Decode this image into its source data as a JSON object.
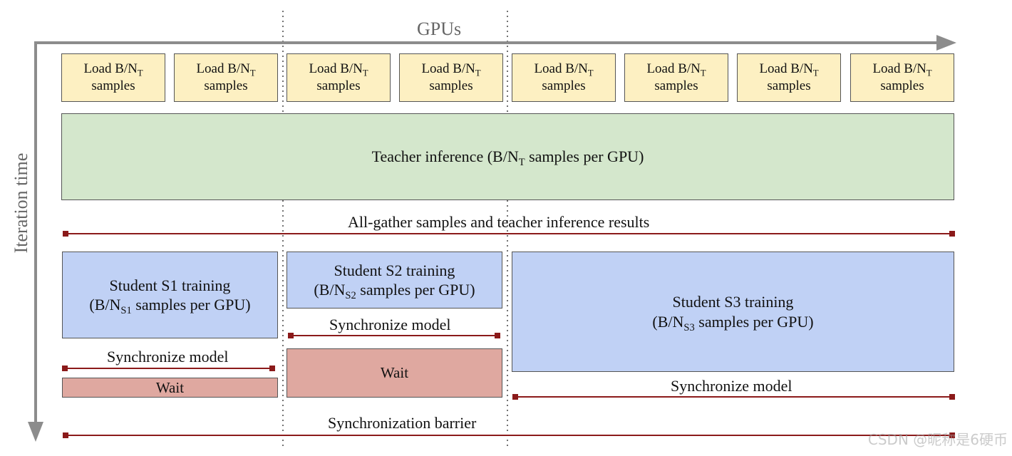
{
  "axes": {
    "x_label": "GPUs",
    "y_label": "Iteration time",
    "axis_color": "#8c8c8c"
  },
  "load_boxes": [
    {
      "line1": "Load B/N",
      "sub": "T",
      "line2": "samples"
    },
    {
      "line1": "Load B/N",
      "sub": "T",
      "line2": "samples"
    },
    {
      "line1": "Load B/N",
      "sub": "T",
      "line2": "samples"
    },
    {
      "line1": "Load B/N",
      "sub": "T",
      "line2": "samples"
    },
    {
      "line1": "Load B/N",
      "sub": "T",
      "line2": "samples"
    },
    {
      "line1": "Load B/N",
      "sub": "T",
      "line2": "samples"
    },
    {
      "line1": "Load B/N",
      "sub": "T",
      "line2": "samples"
    },
    {
      "line1": "Load B/N",
      "sub": "T",
      "line2": "samples"
    }
  ],
  "teacher": {
    "pre": "Teacher inference (B/N",
    "sub": "T",
    "post": " samples per GPU)"
  },
  "all_gather": {
    "label": "All-gather samples and teacher inference results"
  },
  "students": [
    {
      "title": "Student S1 training",
      "pre": "(B/N",
      "sub": "S1",
      "post": " samples per GPU)"
    },
    {
      "title": "Student S2 training",
      "pre": "(B/N",
      "sub": "S2",
      "post": " samples per GPU)"
    },
    {
      "title": "Student S3 training",
      "pre": "(B/N",
      "sub": "S3",
      "post": " samples per GPU)"
    }
  ],
  "sync": {
    "s1": "Synchronize model",
    "s2": "Synchronize model",
    "s3": "Synchronize model"
  },
  "wait": {
    "s1": "Wait",
    "s2": "Wait"
  },
  "barrier": {
    "label": "Synchronization barrier"
  },
  "line_color": "#8b1a1a",
  "watermark": "CSDN @昵称是6硬币"
}
